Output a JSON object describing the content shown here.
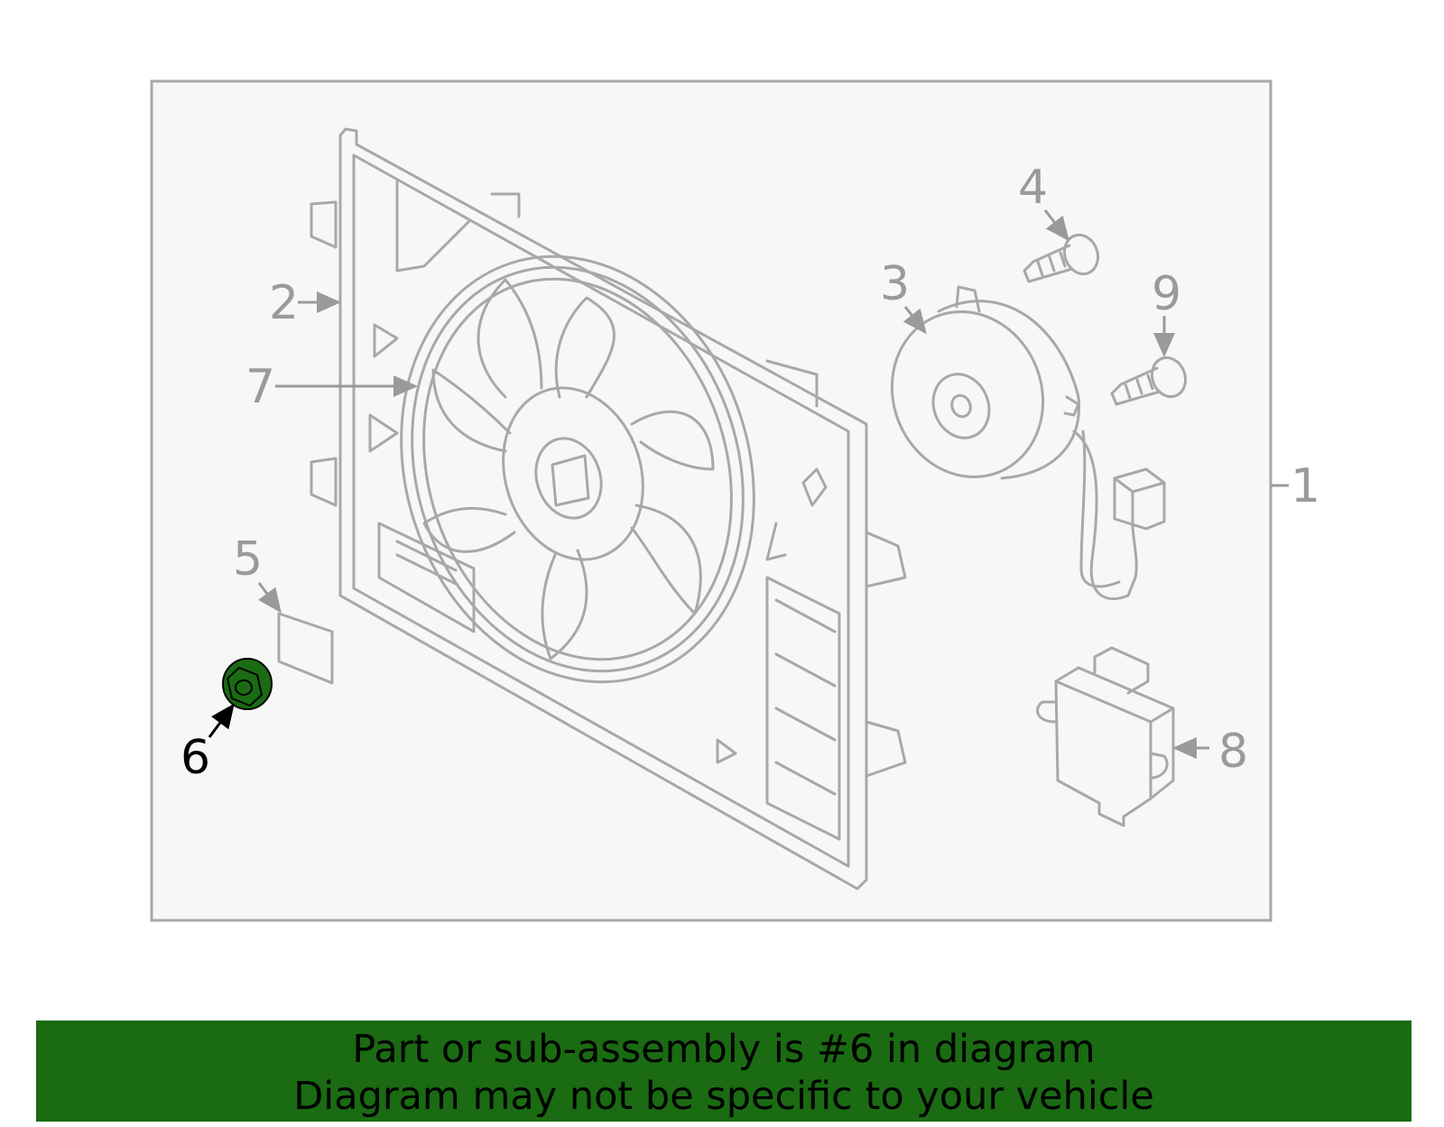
{
  "diagram": {
    "callouts": [
      {
        "label": "1"
      },
      {
        "label": "2"
      },
      {
        "label": "3"
      },
      {
        "label": "4"
      },
      {
        "label": "5"
      },
      {
        "label": "6",
        "highlighted": true
      },
      {
        "label": "7"
      },
      {
        "label": "8"
      },
      {
        "label": "9"
      }
    ],
    "highlight_color": "#1a6b12",
    "line_color": "#a8a8a8",
    "frame_background": "#f7f7f7"
  },
  "banner": {
    "line1": "Part or sub-assembly is #6 in diagram",
    "line2": "Diagram may not be specific to your vehicle",
    "background": "#1a6b12"
  }
}
